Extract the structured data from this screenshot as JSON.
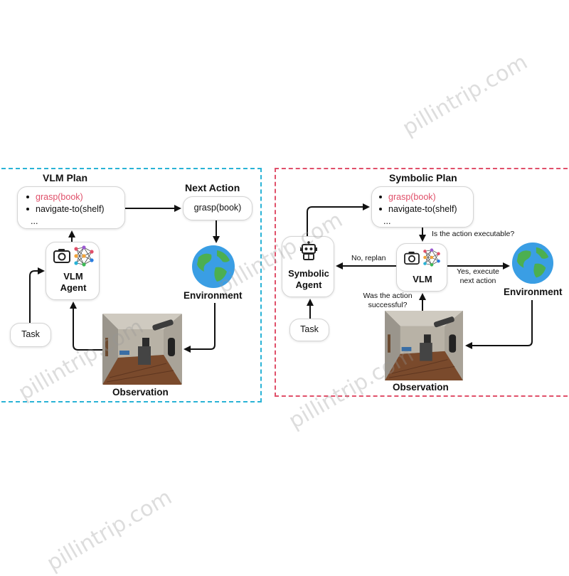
{
  "left": {
    "plan_title": "VLM Plan",
    "plan_items": [
      "grasp(book)",
      "navigate-to(shelf)",
      "..."
    ],
    "next_action_title": "Next Action",
    "next_action_value": "grasp(book)",
    "agent_line1": "VLM",
    "agent_line2": "Agent",
    "environment_label": "Environment",
    "task_label": "Task",
    "observation_label": "Observation"
  },
  "right": {
    "plan_title": "Symbolic Plan",
    "plan_items": [
      "grasp(book)",
      "navigate-to(shelf)",
      "..."
    ],
    "executable_question": "Is the action executable?",
    "replan_label": "No, replan",
    "agent_line1": "Symbolic",
    "agent_line2": "Agent",
    "vlm_label": "VLM",
    "yes_line1": "Yes, execute",
    "yes_line2": "next action",
    "environment_label": "Environment",
    "success_line1": "Was the action",
    "success_line2": "successful?",
    "task_label": "Task",
    "observation_label": "Observation"
  },
  "colors": {
    "left_border": "#2ab3d6",
    "right_border": "#e0506a",
    "highlight": "#e0506a"
  },
  "watermark": "pillintrip.com"
}
